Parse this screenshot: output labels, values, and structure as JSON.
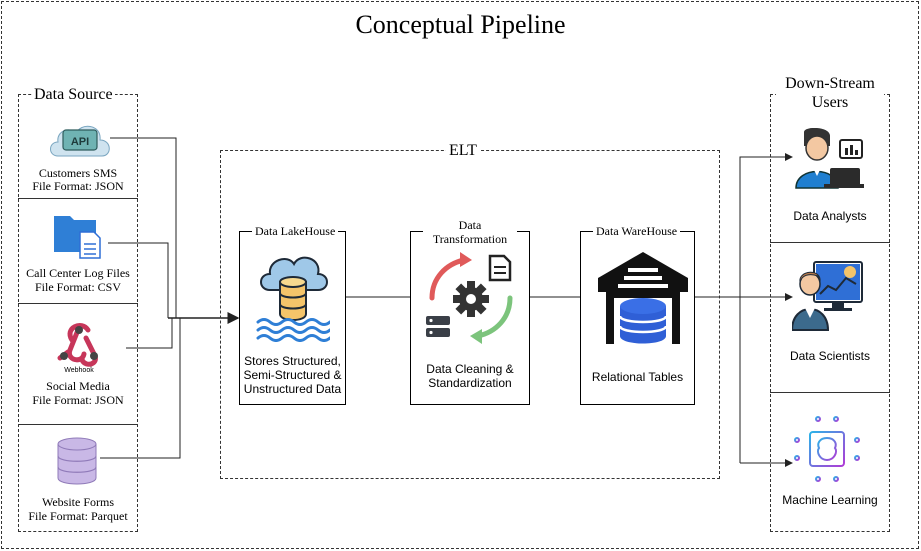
{
  "title": "Conceptual Pipeline",
  "data_source": {
    "label": "Data Source",
    "items": [
      {
        "name": "Customers SMS",
        "format": "File Format: JSON",
        "icon": "api-cloud-icon"
      },
      {
        "name": "Call Center Log Files",
        "format": "File Format: CSV",
        "icon": "folder-document-icon"
      },
      {
        "name": "Social Media",
        "format": "File Format: JSON",
        "icon": "webhook-icon",
        "icon_text": "Webhook"
      },
      {
        "name": "Website Forms",
        "format": "File Format: Parquet",
        "icon": "database-icon"
      }
    ]
  },
  "elt": {
    "label": "ELT",
    "stages": [
      {
        "title": "Data LakeHouse",
        "desc": [
          "Stores Structured,",
          "Semi-Structured &",
          "Unstructured Data"
        ],
        "icon": "data-lake-icon"
      },
      {
        "title": "Data Transformation",
        "desc": [
          "Data Cleaning &",
          "Standardization"
        ],
        "icon": "transformation-gear-icon"
      },
      {
        "title": "Data WareHouse",
        "desc": [
          "Relational Tables"
        ],
        "icon": "warehouse-icon"
      }
    ],
    "api_icon_text": "API"
  },
  "downstream": {
    "label": "Down-Stream Users",
    "items": [
      {
        "name": "Data Analysts",
        "icon": "analyst-icon"
      },
      {
        "name": "Data Scientists",
        "icon": "scientist-icon"
      },
      {
        "name": "Machine Learning",
        "icon": "ml-chip-icon"
      }
    ]
  },
  "colors": {
    "blue": "#2f6fd6",
    "lavender": "#c9b8e6",
    "red_arrow": "#e05a5a",
    "green_arrow": "#7cc47c",
    "navy": "#1e2a38"
  }
}
